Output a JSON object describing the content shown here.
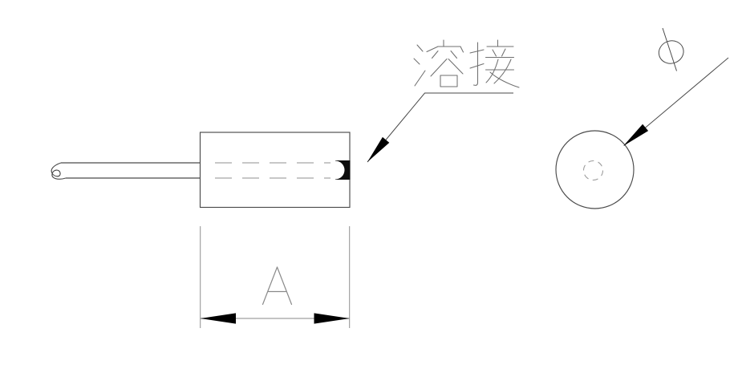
{
  "drawing": {
    "weld_annotation": {
      "label": "溶接"
    },
    "diameter_annotation": {
      "symbol": "Φ"
    },
    "dimension": {
      "label": "A"
    },
    "colors": {
      "background": "#ffffff",
      "object_line": "#4a4a4a",
      "hidden_line": "#8f8f8f",
      "extension_line": "#8f8f8f",
      "dimension_line": "#b0b0b0",
      "arrow_fill": "#000000",
      "weld_fill": "#0d0d0d",
      "glyph_stroke": "#6f6f6f"
    }
  }
}
